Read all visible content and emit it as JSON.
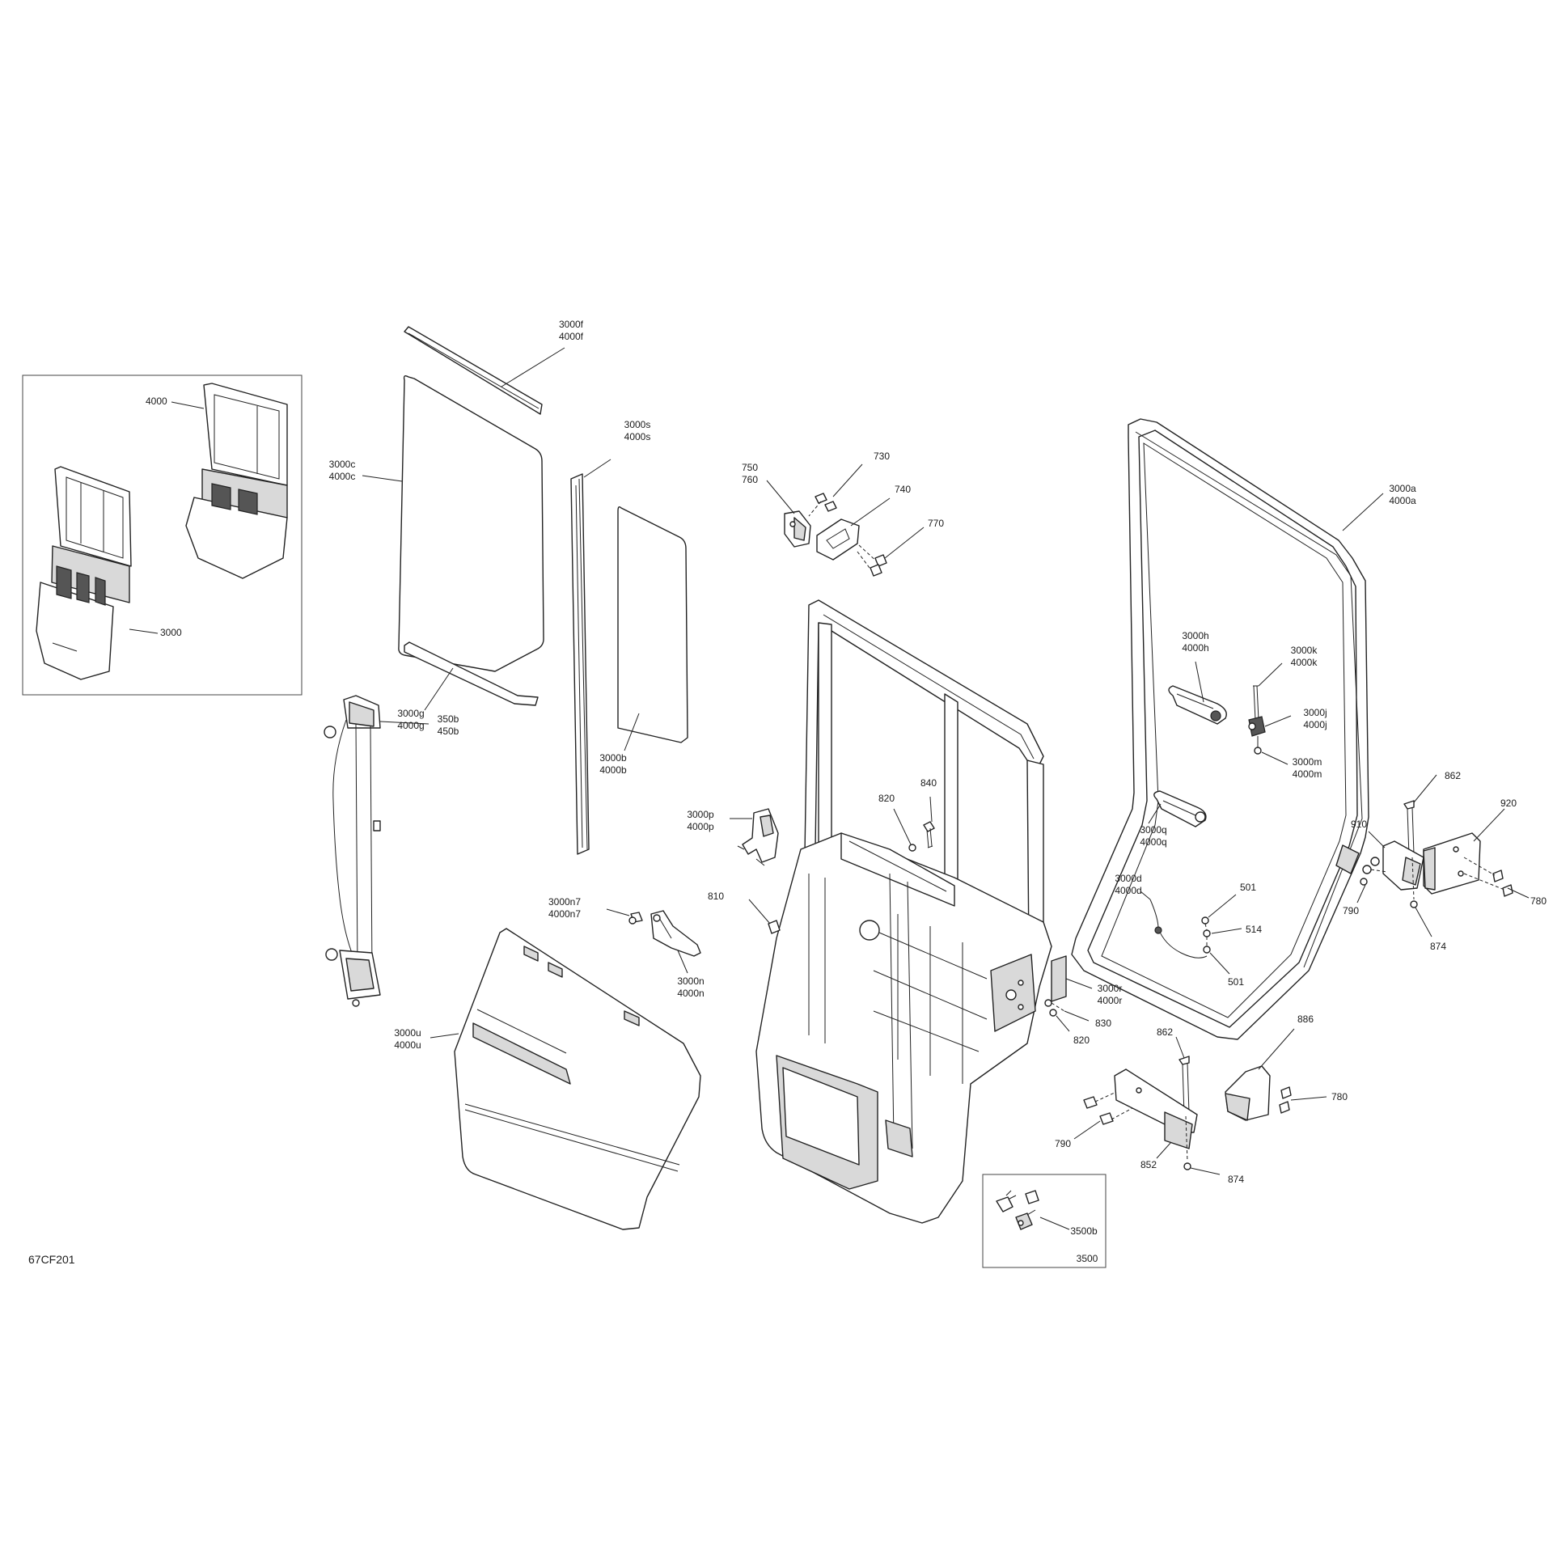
{
  "diagram_code": "67CF201",
  "inset": {
    "labels": [
      {
        "id": "inset-4000",
        "text": "4000"
      },
      {
        "id": "inset-3000",
        "text": "3000"
      }
    ]
  },
  "kit_box": {
    "code": "3500",
    "part": "3500b"
  },
  "callouts": [
    {
      "id": "c-3000f",
      "lines": [
        "3000f",
        "4000f"
      ]
    },
    {
      "id": "c-3000c",
      "lines": [
        "3000c",
        "4000c"
      ]
    },
    {
      "id": "c-3000s",
      "lines": [
        "3000s",
        "4000s"
      ]
    },
    {
      "id": "c-3000g",
      "lines": [
        "3000g",
        "4000g"
      ]
    },
    {
      "id": "c-3000b",
      "lines": [
        "3000b",
        "4000b"
      ]
    },
    {
      "id": "c-350b",
      "lines": [
        "350b",
        "450b"
      ]
    },
    {
      "id": "c-3000u",
      "lines": [
        "3000u",
        "4000u"
      ]
    },
    {
      "id": "c-3000n7",
      "lines": [
        "3000n7",
        "4000n7"
      ]
    },
    {
      "id": "c-3000n",
      "lines": [
        "3000n",
        "4000n"
      ]
    },
    {
      "id": "c-3000p",
      "lines": [
        "3000p",
        "4000p"
      ]
    },
    {
      "id": "c-750",
      "lines": [
        "750",
        "760"
      ]
    },
    {
      "id": "c-730",
      "lines": [
        "730"
      ]
    },
    {
      "id": "c-740",
      "lines": [
        "740"
      ]
    },
    {
      "id": "c-770",
      "lines": [
        "770"
      ]
    },
    {
      "id": "c-810",
      "lines": [
        "810"
      ]
    },
    {
      "id": "c-820a",
      "lines": [
        "820"
      ]
    },
    {
      "id": "c-840",
      "lines": [
        "840"
      ]
    },
    {
      "id": "c-3000r",
      "lines": [
        "3000r",
        "4000r"
      ]
    },
    {
      "id": "c-830",
      "lines": [
        "830"
      ]
    },
    {
      "id": "c-820b",
      "lines": [
        "820"
      ]
    },
    {
      "id": "c-3000a",
      "lines": [
        "3000a",
        "4000a"
      ]
    },
    {
      "id": "c-3000h",
      "lines": [
        "3000h",
        "4000h"
      ]
    },
    {
      "id": "c-3000k",
      "lines": [
        "3000k",
        "4000k"
      ]
    },
    {
      "id": "c-3000j",
      "lines": [
        "3000j",
        "4000j"
      ]
    },
    {
      "id": "c-3000m",
      "lines": [
        "3000m",
        "4000m"
      ]
    },
    {
      "id": "c-3000q",
      "lines": [
        "3000q",
        "4000q"
      ]
    },
    {
      "id": "c-3000d",
      "lines": [
        "3000d",
        "4000d"
      ]
    },
    {
      "id": "c-501a",
      "lines": [
        "501"
      ]
    },
    {
      "id": "c-514",
      "lines": [
        "514"
      ]
    },
    {
      "id": "c-501b",
      "lines": [
        "501"
      ]
    },
    {
      "id": "c-862a",
      "lines": [
        "862"
      ]
    },
    {
      "id": "c-920",
      "lines": [
        "920"
      ]
    },
    {
      "id": "c-910",
      "lines": [
        "910"
      ]
    },
    {
      "id": "c-780a",
      "lines": [
        "780"
      ]
    },
    {
      "id": "c-790a",
      "lines": [
        "790"
      ]
    },
    {
      "id": "c-874a",
      "lines": [
        "874"
      ]
    },
    {
      "id": "c-862b",
      "lines": [
        "862"
      ]
    },
    {
      "id": "c-886",
      "lines": [
        "886"
      ]
    },
    {
      "id": "c-780b",
      "lines": [
        "780"
      ]
    },
    {
      "id": "c-790b",
      "lines": [
        "790"
      ]
    },
    {
      "id": "c-852",
      "lines": [
        "852"
      ]
    },
    {
      "id": "c-874b",
      "lines": [
        "874"
      ]
    }
  ]
}
